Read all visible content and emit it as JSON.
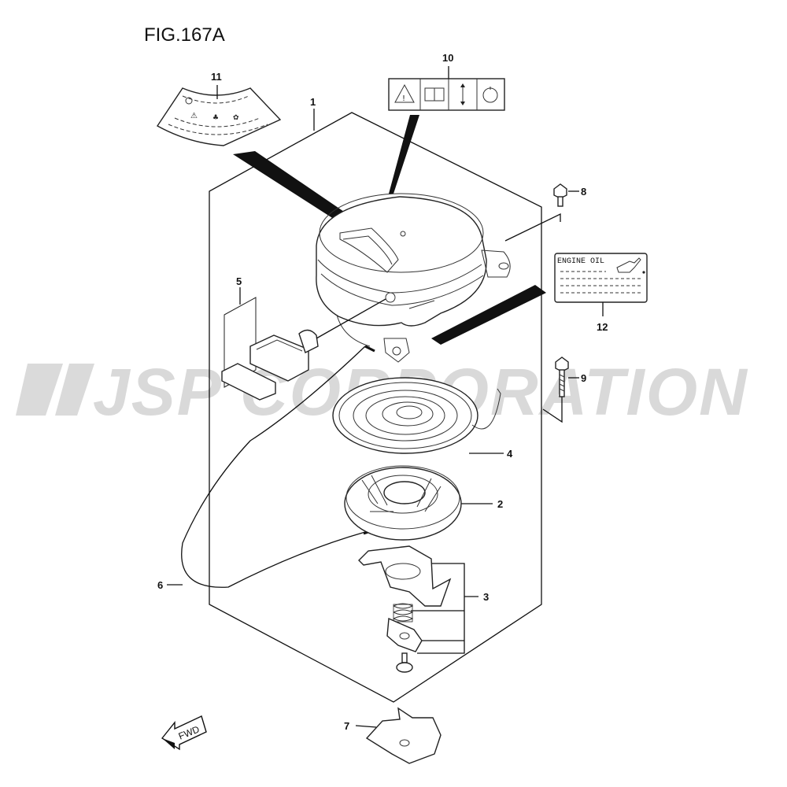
{
  "figure": {
    "title": "FIG.167A"
  },
  "watermark": {
    "text": "JSP CORPORATION"
  },
  "callouts": [
    {
      "id": "c1",
      "num": "1"
    },
    {
      "id": "c2",
      "num": "2"
    },
    {
      "id": "c3",
      "num": "3"
    },
    {
      "id": "c4",
      "num": "4"
    },
    {
      "id": "c5",
      "num": "5"
    },
    {
      "id": "c6",
      "num": "6"
    },
    {
      "id": "c7",
      "num": "7"
    },
    {
      "id": "c8",
      "num": "8"
    },
    {
      "id": "c9",
      "num": "9"
    },
    {
      "id": "c10",
      "num": "10"
    },
    {
      "id": "c11",
      "num": "11"
    },
    {
      "id": "c12",
      "num": "12"
    }
  ],
  "engine_oil_label": {
    "text": "ENGINE OIL"
  },
  "fwd_arrow": {
    "text": "FWD"
  }
}
